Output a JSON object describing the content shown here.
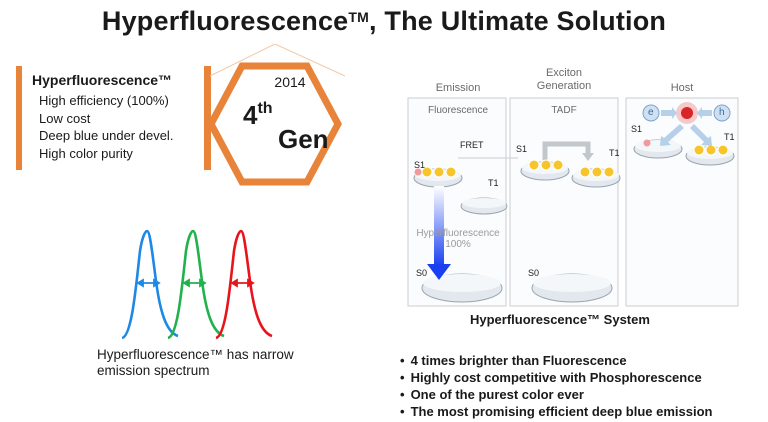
{
  "title": {
    "text": "Hyperfluorescence",
    "tm": "TM",
    "suffix": ", The Ultimate Solution"
  },
  "feature_box": {
    "heading": "Hyperfluorescence™",
    "items": [
      "High efficiency (100%)",
      "Low cost",
      "Deep blue under devel.",
      "High color purity"
    ]
  },
  "generation": {
    "year": "2014",
    "number": "4",
    "ordinal": "th",
    "word": "Gen"
  },
  "spectrum": {
    "caption": "Hyperfluorescence™ has narrow emission spectrum",
    "colors": [
      "#1e88e5",
      "#22b14c",
      "#e8141c"
    ]
  },
  "diagram": {
    "headers": {
      "emission": "Emission",
      "exciton_generation": "Exciton Generation",
      "host": "Host"
    },
    "sub_labels": {
      "fluorescence": "Fluorescence",
      "tadf": "TADF"
    },
    "fret": "FRET",
    "levels": {
      "s1": "S1",
      "t1": "T1",
      "s0": "S0"
    },
    "carriers": {
      "e": "e",
      "h": "h"
    },
    "hf_label": "Hyperfluorescence",
    "hf_value": "100%",
    "caption": "Hyperfluorescence™ System"
  },
  "bullets": [
    "4 times brighter than Fluorescence",
    "Highly cost competitive with Phosphorescence",
    "One of the purest color ever",
    "The most promising efficient deep blue emission"
  ],
  "colors": {
    "accent": "#e8833a",
    "arrow_blue": "#1a3ff0",
    "exciton_yellow": "#f7c52a"
  }
}
